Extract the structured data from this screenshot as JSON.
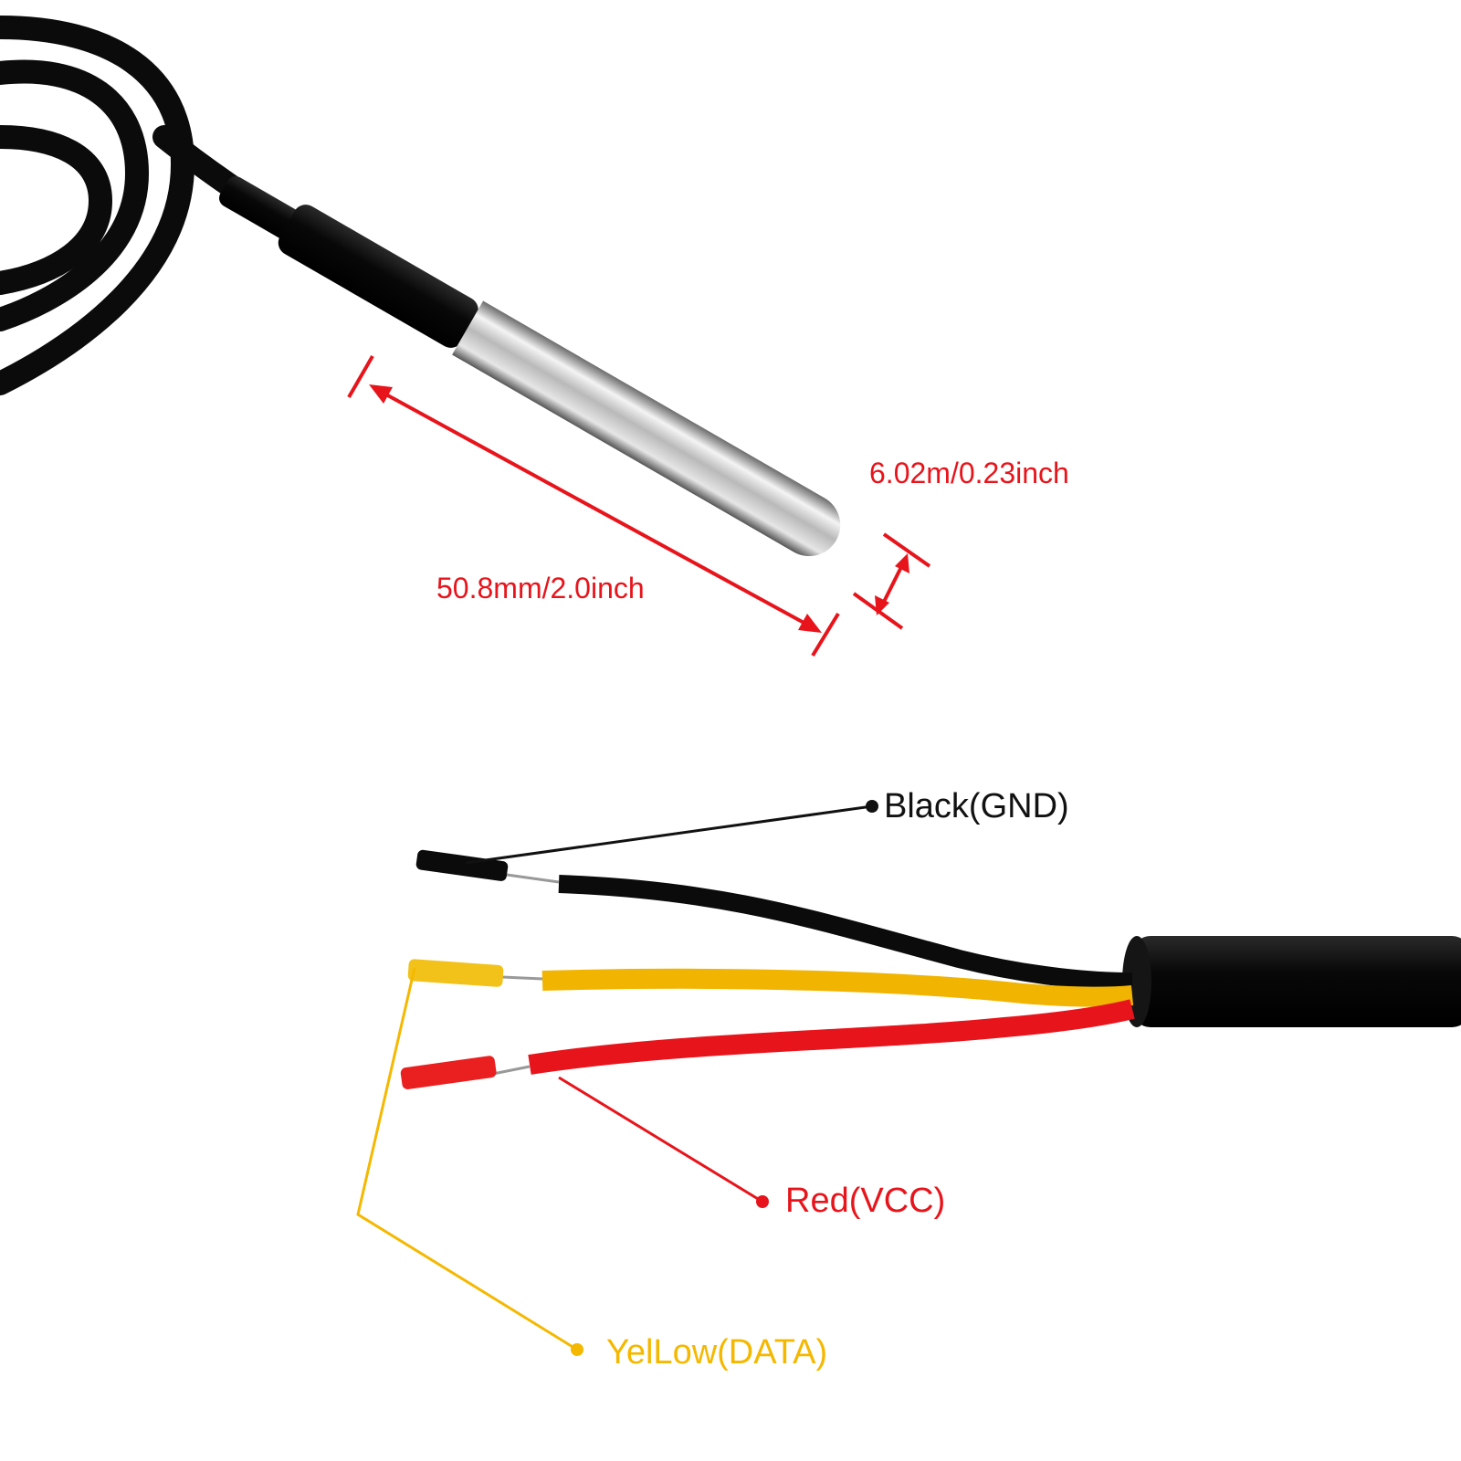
{
  "product": {
    "description": "Waterproof temperature sensor probe with stainless steel tip and 3-wire cable"
  },
  "dimensions": {
    "probe_length": "50.8mm/2.0inch",
    "probe_diameter": "6.02m/0.23inch"
  },
  "wires": [
    {
      "label": "Black(GND)",
      "color": "#111111"
    },
    {
      "label": "Red(VCC)",
      "color": "#e8141b"
    },
    {
      "label": "YelLow(DATA)",
      "color": "#f5b800"
    }
  ],
  "colors": {
    "dimension_red": "#e8141b",
    "wire_black": "#111111",
    "wire_red": "#e8141b",
    "wire_yellow": "#f5b800",
    "steel": "#c8c8c8",
    "cable": "#0a0a0a"
  }
}
